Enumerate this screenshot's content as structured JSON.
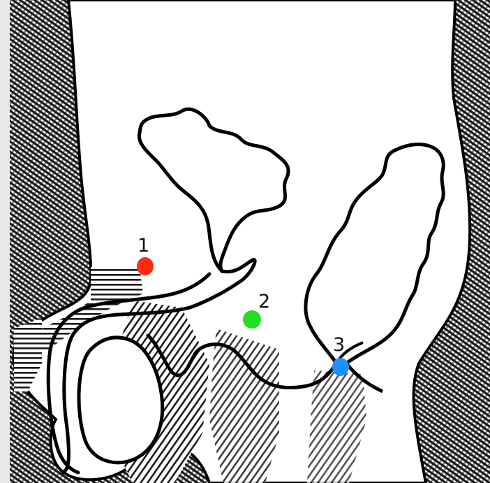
{
  "markers": [
    {
      "label": "1",
      "color": "#ff2a10"
    },
    {
      "label": "2",
      "color": "#22dd22"
    },
    {
      "label": "3",
      "color": "#1e90ff"
    }
  ],
  "style": {
    "outline": "#000000",
    "fill": "#ffffff",
    "shading": "#1a1a1a",
    "page_background": "#ece7e7"
  }
}
